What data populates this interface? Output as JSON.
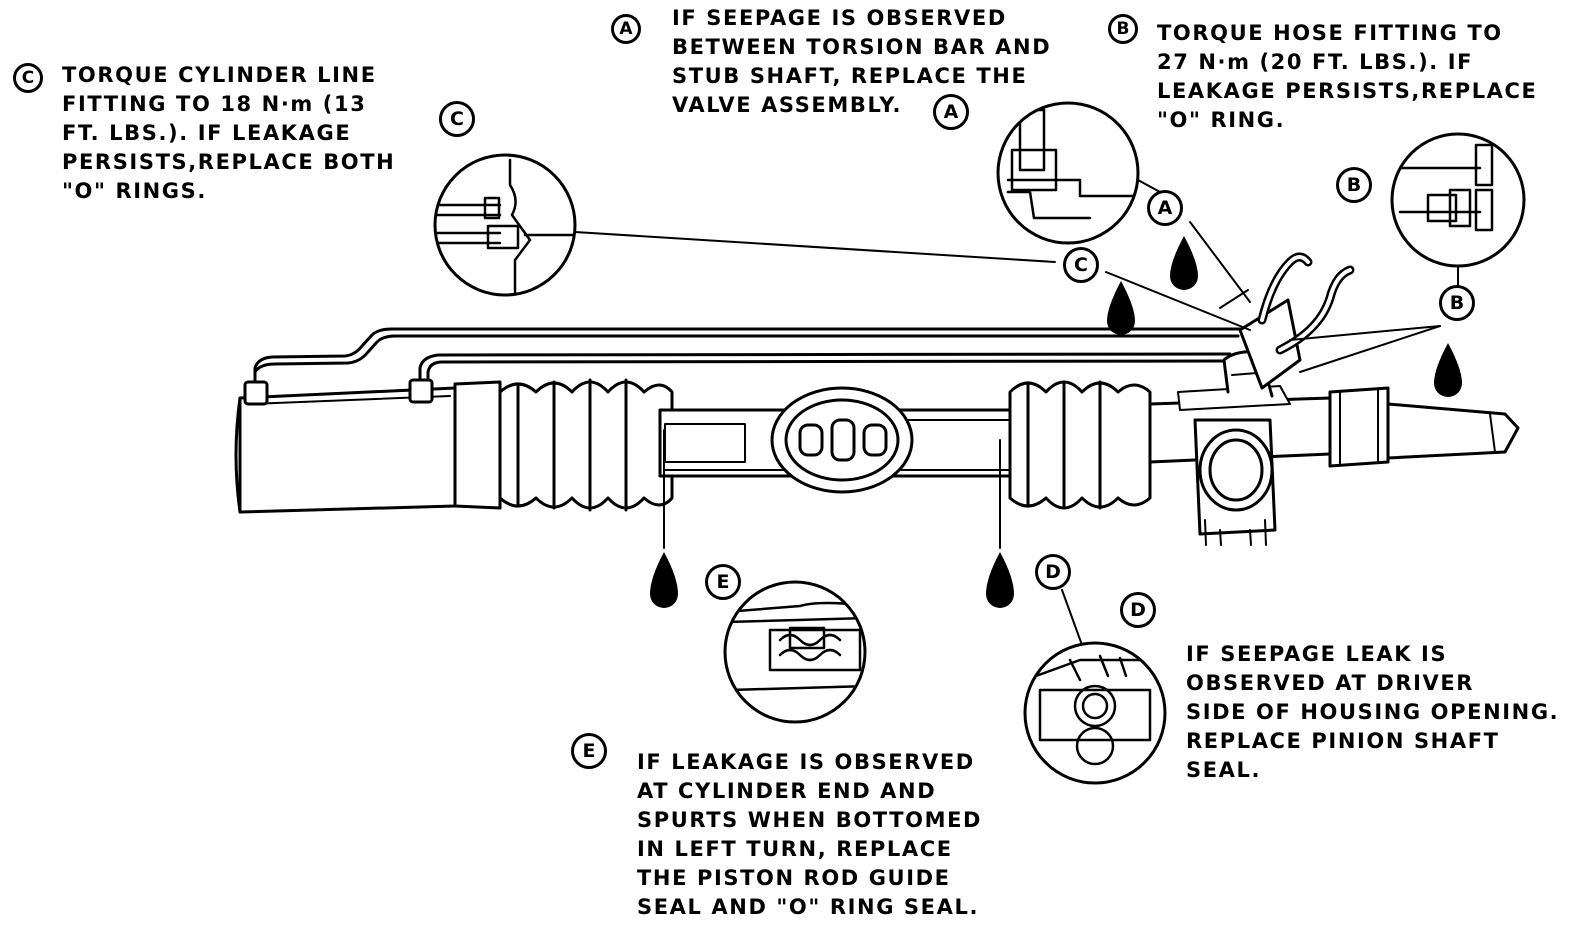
{
  "figure": {
    "markers": {
      "a": "A",
      "b": "B",
      "c": "C",
      "d": "D",
      "e": "E"
    },
    "notes": {
      "a": [
        "IF SEEPAGE IS OBSERVED",
        "BETWEEN TORSION BAR AND",
        "STUB SHAFT, REPLACE THE",
        "VALVE ASSEMBLY."
      ],
      "b": [
        "TORQUE HOSE FITTING TO",
        "27 N·m (20 FT. LBS.).  IF",
        "LEAKAGE PERSISTS,REPLACE",
        "\"O\" RING."
      ],
      "c": [
        "TORQUE CYLINDER LINE",
        "FITTING TO 18 N·m (13",
        "FT. LBS.). IF LEAKAGE",
        "PERSISTS,REPLACE BOTH",
        "\"O\" RINGS."
      ],
      "d": [
        "IF SEEPAGE LEAK IS",
        "OBSERVED AT DRIVER",
        "SIDE OF HOUSING  OPENING.",
        "REPLACE PINION SHAFT",
        "SEAL."
      ],
      "e": [
        "IF LEAKAGE IS OBSERVED",
        "AT CYLINDER END AND",
        "SPURTS WHEN BOTTOMED",
        "IN LEFT TURN, REPLACE",
        "THE PISTON ROD GUIDE",
        "SEAL AND \"O\" RING SEAL."
      ]
    }
  },
  "colors": {
    "ink": "#000000",
    "paper": "#ffffff"
  }
}
